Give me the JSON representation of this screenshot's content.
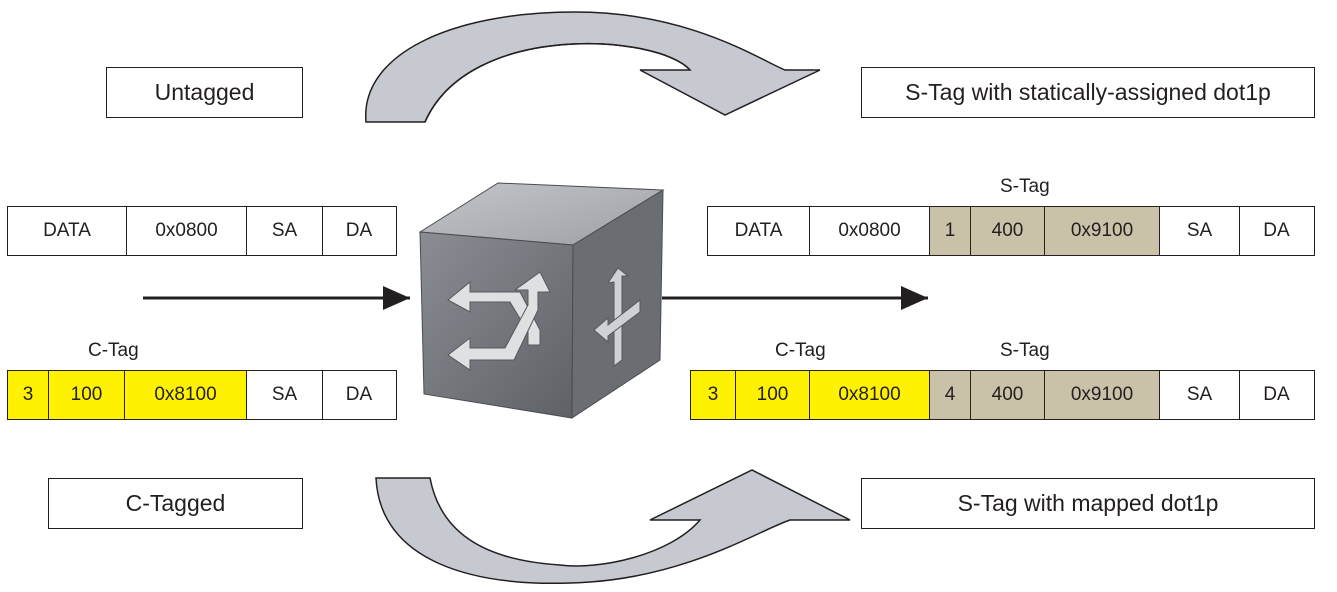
{
  "top_left_box": "Untagged",
  "top_right_box": "S-Tag with statically-assigned dot1p",
  "bottom_left_box": "C-Tagged",
  "bottom_right_box": "S-Tag with mapped dot1p",
  "frame_untagged_in": [
    "DATA",
    "0x0800",
    "SA",
    "DA"
  ],
  "frame_ctagged_in": [
    "3",
    "100",
    "0x8100",
    "SA",
    "DA"
  ],
  "frame_stag_out": [
    "DATA",
    "0x0800",
    "1",
    "400",
    "0x9100",
    "SA",
    "DA"
  ],
  "frame_double_out": [
    "3",
    "100",
    "0x8100",
    "4",
    "400",
    "0x9100",
    "SA",
    "DA"
  ],
  "labels": {
    "ctag_in": "C-Tag",
    "stag_top": "S-Tag",
    "ctag_out": "C-Tag",
    "stag_bottom": "S-Tag"
  },
  "colors": {
    "ctag": "#fff200",
    "stag": "#c9c1a8",
    "curved_arrow": "#c7c9d1",
    "cube": "#777a80"
  }
}
